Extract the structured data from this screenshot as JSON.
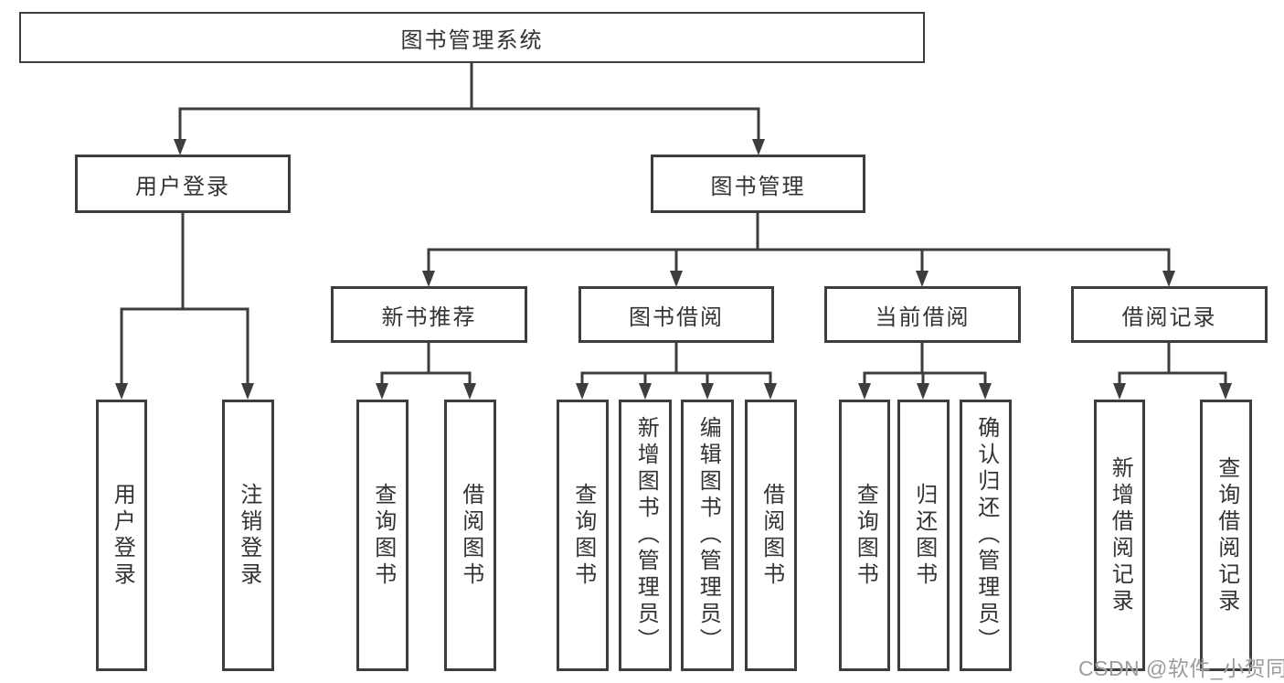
{
  "tree": {
    "root": {
      "label": "图书管理系统"
    },
    "branches": [
      {
        "label": "用户登录",
        "children": [
          {
            "label": "用户登录"
          },
          {
            "label": "注销登录"
          }
        ]
      },
      {
        "label": "图书管理",
        "children": [
          {
            "label": "新书推荐",
            "children": [
              {
                "label": "查询图书"
              },
              {
                "label": "借阅图书"
              }
            ]
          },
          {
            "label": "图书借阅",
            "children": [
              {
                "label": "查询图书"
              },
              {
                "label": "新增图书（管理员）"
              },
              {
                "label": "编辑图书（管理员）"
              },
              {
                "label": "借阅图书"
              }
            ]
          },
          {
            "label": "当前借阅",
            "children": [
              {
                "label": "查询图书"
              },
              {
                "label": "归还图书"
              },
              {
                "label": "确认归还（管理员）"
              }
            ]
          },
          {
            "label": "借阅记录",
            "children": [
              {
                "label": "新增借阅记录"
              },
              {
                "label": "查询借阅记录"
              }
            ]
          }
        ]
      }
    ]
  },
  "watermark": {
    "text": "CSDN @软件_小贺同学"
  },
  "colors": {
    "line": "#3d3d3d",
    "text": "#333333",
    "watermark": "#9c9c9c",
    "background": "#ffffff"
  }
}
